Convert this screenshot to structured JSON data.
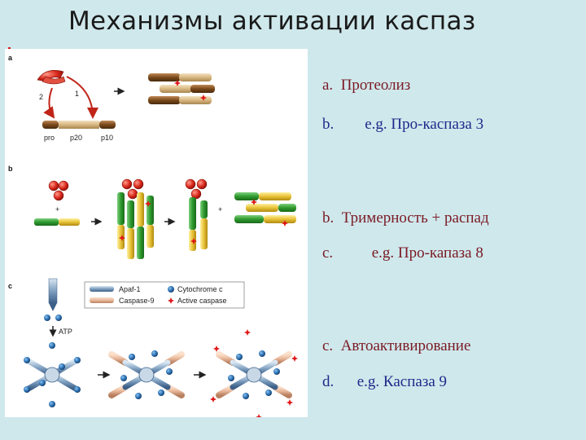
{
  "slide": {
    "title": "Механизмы активации каспаз"
  },
  "figure": {
    "panel_a": "a",
    "panel_b": "b",
    "panel_c": "c",
    "cleavage_1": "1",
    "cleavage_2": "2",
    "seg_pro": "pro",
    "seg_p20": "p20",
    "seg_p10": "p10",
    "plus": "+",
    "atp": "ATP",
    "legend": {
      "apaf": "Apaf-1",
      "casp9": "Caspase-9",
      "cytc": "Cytochrome c",
      "active": "Active caspase"
    },
    "colors": {
      "brown": "#8b5a2b",
      "tan": "#d9b98a",
      "green": "#3aa43a",
      "yellow": "#e6c43a",
      "red": "#d8281c",
      "blue": "#2a6fb0"
    }
  },
  "points": [
    {
      "letter": "a.",
      "text": "Протеолиз"
    },
    {
      "letter": "b.",
      "text": "e.g. Про-каспаза 3"
    },
    {
      "letter": "b.",
      "text": "Тримерность + распад"
    },
    {
      "letter": "c.",
      "text": "e.g. Про-капаза 8"
    },
    {
      "letter": "c.",
      "text": "Автоактивирование"
    },
    {
      "letter": "d.",
      "text": "e.g. Каспаза 9"
    }
  ]
}
